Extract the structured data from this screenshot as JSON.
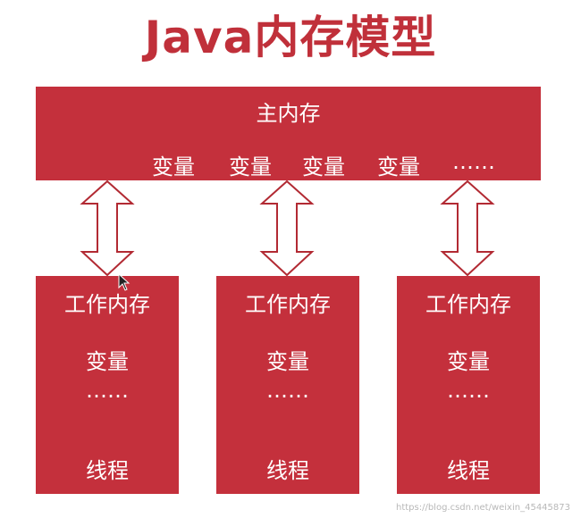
{
  "title": "Java内存模型",
  "main_memory": {
    "label": "主内存",
    "vars": [
      "变量",
      "变量",
      "变量",
      "变量",
      "……"
    ]
  },
  "threads": [
    {
      "work_label": "工作内存",
      "var_label": "变量",
      "ellipsis": "……",
      "thread_label": "线程"
    },
    {
      "work_label": "工作内存",
      "var_label": "变量",
      "ellipsis": "……",
      "thread_label": "线程"
    },
    {
      "work_label": "工作内存",
      "var_label": "变量",
      "ellipsis": "……",
      "thread_label": "线程"
    }
  ],
  "watermark": "https://blog.csdn.net/weixin_45445873",
  "colors": {
    "box": "#c4303c",
    "title": "#c0303a",
    "arrow_stroke": "#b22a33"
  }
}
